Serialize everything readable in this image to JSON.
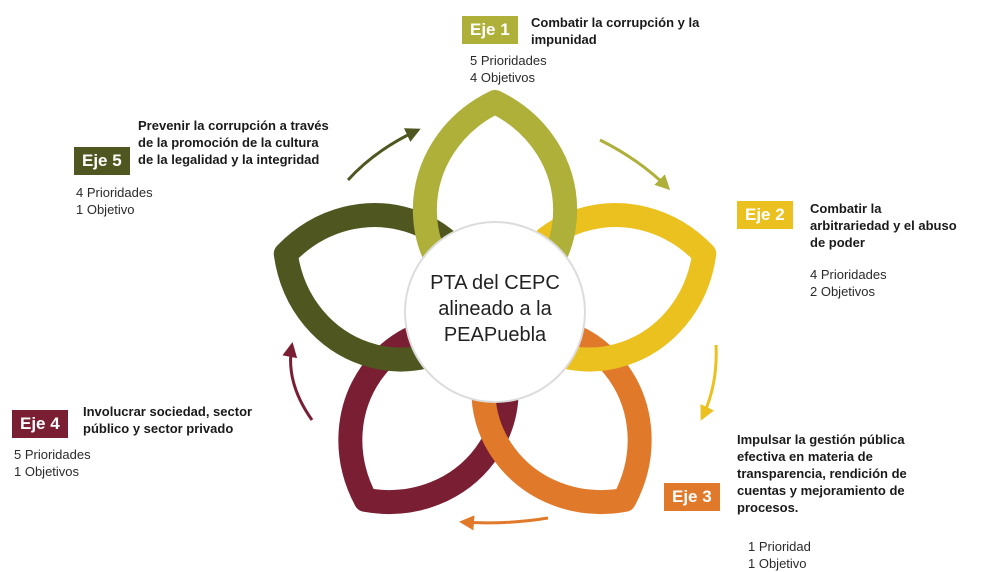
{
  "center": {
    "lines": [
      "PTA del CEPC",
      "alineado a la",
      "PEAPuebla"
    ]
  },
  "ejes": [
    {
      "label": "Eje 1",
      "title_lines": [
        "Combatir la corrupción y la",
        "impunidad"
      ],
      "prioridades": "5 Prioridades",
      "objetivos": "4 Objetivos",
      "color": "#aeb03a"
    },
    {
      "label": "Eje 2",
      "title_lines": [
        "Combatir la",
        "arbitrariedad y el abuso",
        "de poder"
      ],
      "prioridades": "4 Prioridades",
      "objetivos": "2 Objetivos",
      "color": "#ebc11f"
    },
    {
      "label": "Eje 3",
      "title_lines": [
        "Impulsar la gestión pública",
        "efectiva en materia de",
        "transparencia, rendición de",
        "cuentas y mejoramiento de",
        "procesos."
      ],
      "prioridades": "1 Prioridad",
      "objetivos": "1 Objetivo",
      "color": "#e07a2a"
    },
    {
      "label": "Eje 4",
      "title_lines": [
        "Involucrar sociedad, sector",
        "público y sector privado"
      ],
      "prioridades": "5 Prioridades",
      "objetivos": "1 Objetivos",
      "color": "#7a1f33"
    },
    {
      "label": "Eje 5",
      "title_lines": [
        "Prevenir la corrupción a través",
        "de la promoción de la cultura",
        "de la legalidad y la integridad"
      ],
      "prioridades": "4 Prioridades",
      "objetivos": "1 Objetivo",
      "color": "#4f5620"
    }
  ]
}
